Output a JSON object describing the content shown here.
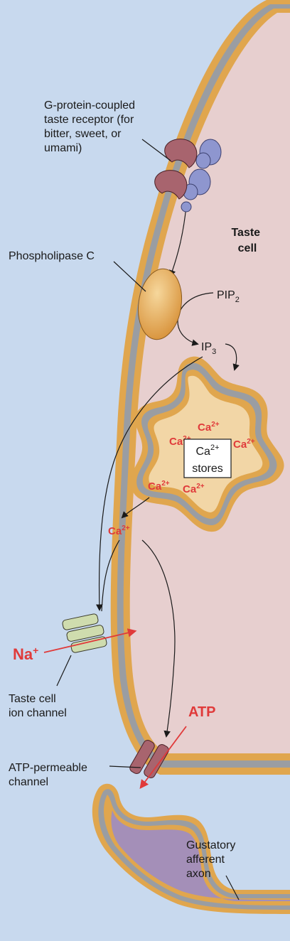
{
  "labels": {
    "receptor": [
      "G-protein-coupled",
      "taste receptor (for",
      "bitter, sweet, or",
      "umami)"
    ],
    "taste_cell": [
      "Taste",
      "cell"
    ],
    "phospholipase": "Phospholipase C",
    "pip2_base": "PIP",
    "pip2_sub": "2",
    "ip3_base": "IP",
    "ip3_sub": "3",
    "stores_line1_base": "Ca",
    "stores_line1_sup": "2+",
    "stores_line2": "stores",
    "ca_base": "Ca",
    "ca_sup": "2+",
    "na_base": "Na",
    "na_sup": "+",
    "ion_channel": [
      "Taste cell",
      "ion channel"
    ],
    "atp": "ATP",
    "atp_channel": [
      "ATP-permeable",
      "channel"
    ],
    "axon": [
      "Gustatory",
      "afferent",
      "axon"
    ]
  },
  "colors": {
    "background": "#c8d9ee",
    "cell_fill": "#e7cfcf",
    "membrane_orange": "#e0a64e",
    "membrane_gray": "#9a9da2",
    "store_fill": "#f2d6a6",
    "ion_red": "#e03a3a",
    "receptor_maroon": "#a8646e",
    "gprotein_blue": "#8e96cf",
    "enzyme_orange": "#e2a24a",
    "channel_green": "#cfdcae",
    "axon_purple": "#a48fb8"
  },
  "icons": [
    "receptor-complex-icon",
    "phospholipase-c-icon",
    "ion-channel-icon",
    "atp-channel-icon"
  ]
}
